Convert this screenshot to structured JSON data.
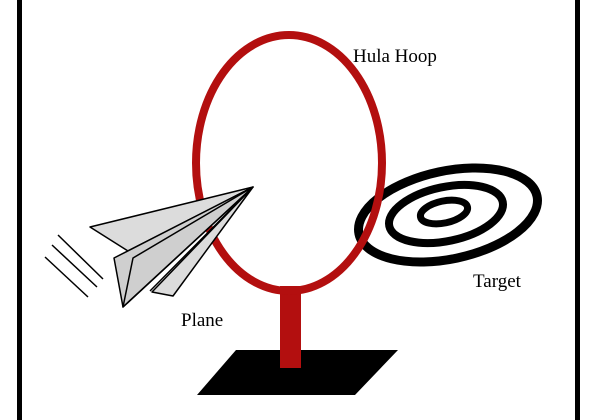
{
  "labels": {
    "hula_hoop": "Hula Hoop",
    "target": "Target",
    "plane": "Plane"
  },
  "colors": {
    "hoop": "#b30f0f",
    "stand": "#b30f0f",
    "base": "#000000",
    "target_rings": "#000000",
    "plane_fill": "#d9d9d9",
    "plane_outline": "#000000",
    "frame": "#000000",
    "background": "#ffffff"
  },
  "icons": {
    "speed_lines": "motion-lines"
  }
}
